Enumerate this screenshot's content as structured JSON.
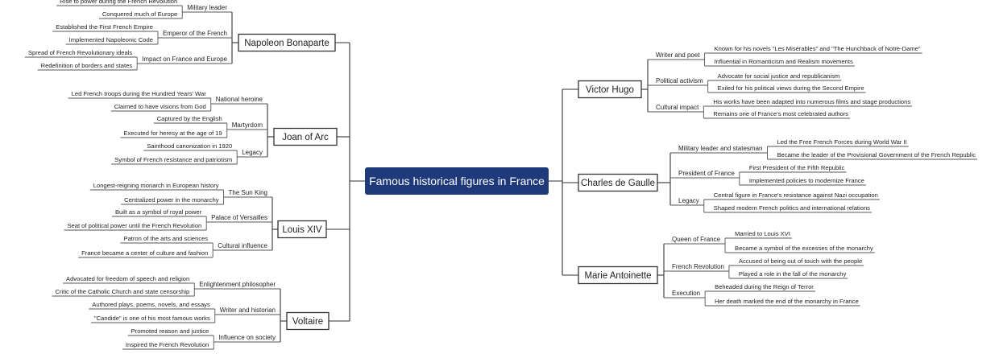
{
  "central": {
    "label": "Famous historical figures in France",
    "color": "#1f3a7a"
  },
  "left_topics": [
    {
      "label": "Napoleon Bonaparte",
      "subs": [
        {
          "label": "Military leader",
          "leaves": [
            "Rise to power during the French Revolution",
            "Conquered much of Europe"
          ]
        },
        {
          "label": "Emperor of the French",
          "leaves": [
            "Established the First French Empire",
            "Implemented Napoleonic Code"
          ]
        },
        {
          "label": "Impact on France and Europe",
          "leaves": [
            "Spread of French Revolutionary ideals",
            "Redefinition of borders and states"
          ]
        }
      ]
    },
    {
      "label": "Joan of Arc",
      "subs": [
        {
          "label": "National heroine",
          "leaves": [
            "Led French troops during the Hundred Years' War",
            "Claimed to have visions from God"
          ]
        },
        {
          "label": "Martyrdom",
          "leaves": [
            "Captured by the English",
            "Executed for heresy at the age of 19"
          ]
        },
        {
          "label": "Legacy",
          "leaves": [
            "Sainthood canonization in 1920",
            "Symbol of French resistance and patriotism"
          ]
        }
      ]
    },
    {
      "label": "Louis XIV",
      "subs": [
        {
          "label": "The Sun King",
          "leaves": [
            "Longest-reigning monarch in European history",
            "Centralized power in the monarchy"
          ]
        },
        {
          "label": "Palace of Versailles",
          "leaves": [
            "Built as a symbol of royal power",
            "Seat of political power until the French Revolution"
          ]
        },
        {
          "label": "Cultural influence",
          "leaves": [
            "Patron of the arts and sciences",
            "France became a center of culture and fashion"
          ]
        }
      ]
    },
    {
      "label": "Voltaire",
      "subs": [
        {
          "label": "Enlightenment philosopher",
          "leaves": [
            "Advocated for freedom of speech and religion",
            "Critic of the Catholic Church and state censorship"
          ]
        },
        {
          "label": "Writer and historian",
          "leaves": [
            "Authored plays, poems, novels, and essays",
            "\"Candide\" is one of his most famous works"
          ]
        },
        {
          "label": "Influence on society",
          "leaves": [
            "Promoted reason and justice",
            "Inspired the French Revolution"
          ]
        }
      ]
    }
  ],
  "right_topics": [
    {
      "label": "Victor Hugo",
      "subs": [
        {
          "label": "Writer and poet",
          "leaves": [
            "Known for his novels \"Les Misérables\" and \"The Hunchback of Notre-Dame\"",
            "Influential in Romanticism and Realism movements"
          ]
        },
        {
          "label": "Political activism",
          "leaves": [
            "Advocate for social justice and republicanism",
            "Exiled for his political views during the Second Empire"
          ]
        },
        {
          "label": "Cultural impact",
          "leaves": [
            "His works have been adapted into numerous films and stage productions",
            "Remains one of France's most celebrated authors"
          ]
        }
      ]
    },
    {
      "label": "Charles de Gaulle",
      "subs": [
        {
          "label": "Military leader and statesman",
          "leaves": [
            "Led the Free French Forces during World War II",
            "Became the leader of the Provisional Government of the French Republic"
          ]
        },
        {
          "label": "President of France",
          "leaves": [
            "First President of the Fifth Republic",
            "Implemented policies to modernize France"
          ]
        },
        {
          "label": "Legacy",
          "leaves": [
            "Central figure in France's resistance against Nazi occupation",
            "Shaped modern French politics and international relations"
          ]
        }
      ]
    },
    {
      "label": "Marie Antoinette",
      "subs": [
        {
          "label": "Queen of France",
          "leaves": [
            "Married to Louis XVI",
            "Became a symbol of the excesses of the monarchy"
          ]
        },
        {
          "label": "French Revolution",
          "leaves": [
            "Accused of being out of touch with the people",
            "Played a role in the fall of the monarchy"
          ]
        },
        {
          "label": "Execution",
          "leaves": [
            "Beheaded during the Reign of Terror",
            "Her death marked the end of the monarchy in France"
          ]
        }
      ]
    }
  ]
}
